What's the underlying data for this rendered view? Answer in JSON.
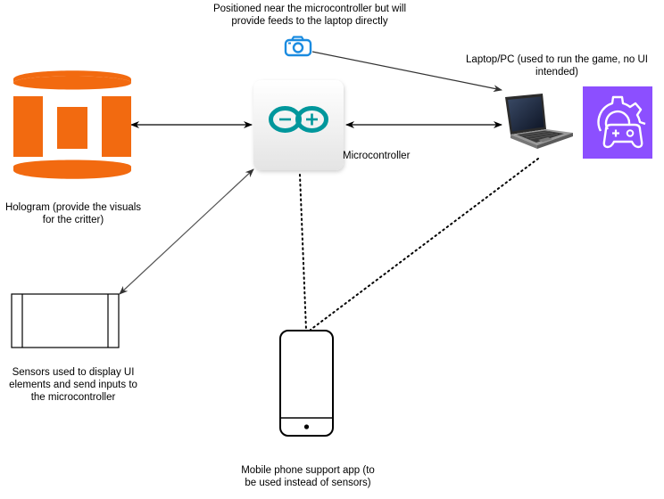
{
  "nodes": {
    "camera": {
      "label_lines": [
        "Positioned near the microcontroller but will",
        "provide feeds to the laptop directly"
      ],
      "icon": "camera-icon",
      "color": "#1a8be0"
    },
    "laptop": {
      "label_lines": [
        "Laptop/PC (used to run the game, no UI",
        "intended)"
      ],
      "icon": "laptop-icon"
    },
    "game_service": {
      "icon": "game-controller-gear-icon",
      "color": "#8c4fff"
    },
    "hologram": {
      "label_lines": [
        "Hologram (provide the visuals",
        "for the critter)"
      ],
      "icon": "hologram-cylinder-icon",
      "color": "#f26a10"
    },
    "microcontroller": {
      "label": "Microcontroller",
      "icon": "arduino-logo-icon",
      "color": "#00979c"
    },
    "sensors": {
      "label_lines": [
        "Sensors used to display UI",
        "elements and send inputs to",
        "the microcontroller"
      ],
      "icon": "sensor-panel-icon"
    },
    "phone": {
      "label_lines": [
        "Mobile phone support app (to",
        "be used instead of sensors)"
      ],
      "icon": "mobile-phone-icon"
    }
  },
  "connections": [
    {
      "from": "hologram",
      "to": "microcontroller",
      "style": "solid",
      "arrows": "both"
    },
    {
      "from": "microcontroller",
      "to": "laptop",
      "style": "solid",
      "arrows": "both"
    },
    {
      "from": "camera",
      "to": "laptop",
      "style": "solid",
      "arrows": "end"
    },
    {
      "from": "microcontroller",
      "to": "sensors",
      "style": "solid",
      "arrows": "both"
    },
    {
      "from": "microcontroller",
      "to": "phone",
      "style": "dotted",
      "arrows": "none"
    },
    {
      "from": "laptop",
      "to": "phone",
      "style": "dotted",
      "arrows": "none"
    }
  ]
}
